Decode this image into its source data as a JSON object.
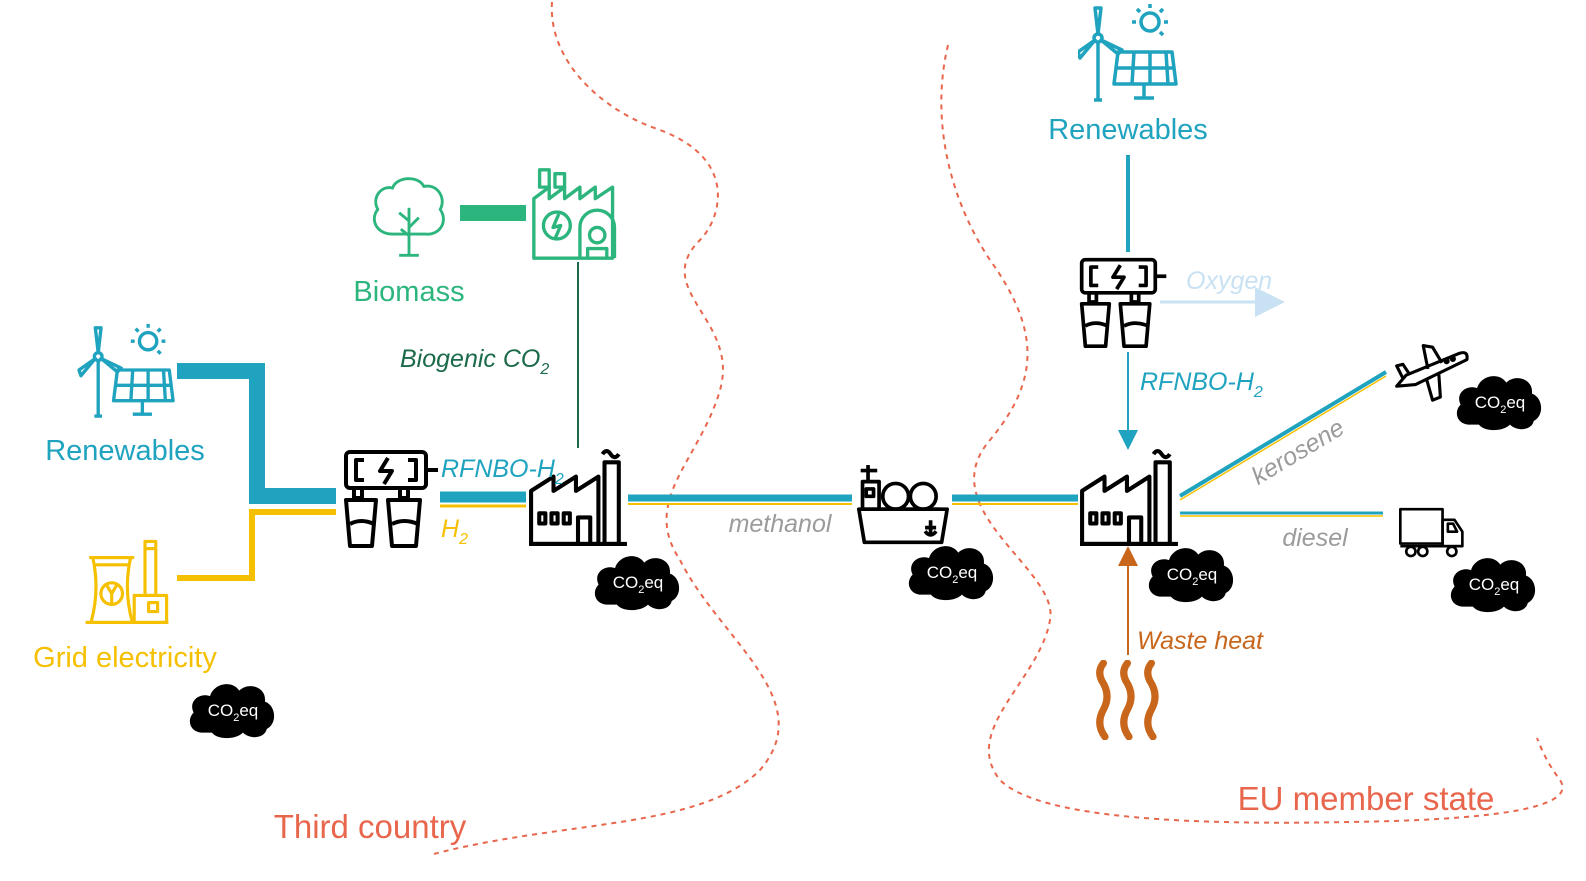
{
  "colors": {
    "teal": "#1fa3bf",
    "yellow": "#f5c000",
    "green": "#2db57e",
    "dark_green": "#1b6b4a",
    "gray": "#9b9b9b",
    "orange": "#c8661c",
    "light_blue": "#c9e2f3",
    "border_red": "#e8664c",
    "black": "#000000"
  },
  "regions": {
    "third_country": "Third country",
    "eu_member_state": "EU member state"
  },
  "left": {
    "renewables": "Renewables",
    "grid_electricity": "Grid electricity",
    "biomass": "Biomass",
    "biogenic_co2_main": "Biogenic CO",
    "biogenic_co2_sub": "2",
    "rfnbo_h2_main": "RFNBO-H",
    "rfnbo_h2_sub": "2",
    "h2_main": "H",
    "h2_sub": "2"
  },
  "transport": {
    "methanol": "methanol"
  },
  "right": {
    "renewables": "Renewables",
    "oxygen": "Oxygen",
    "rfnbo_h2_main": "RFNBO-H",
    "rfnbo_h2_sub": "2",
    "kerosene": "kerosene",
    "diesel": "diesel",
    "waste_heat": "Waste heat"
  },
  "emission_label": {
    "main": "CO",
    "sub": "2",
    "suffix": "eq"
  },
  "icons": [
    "wind-solar-icon",
    "nuclear-plant-icon",
    "tree-icon",
    "biogas-plant-icon",
    "electrolyzer-icon",
    "factory-icon",
    "ship-icon",
    "airplane-icon",
    "truck-icon",
    "heat-icon",
    "cloud-icon"
  ]
}
